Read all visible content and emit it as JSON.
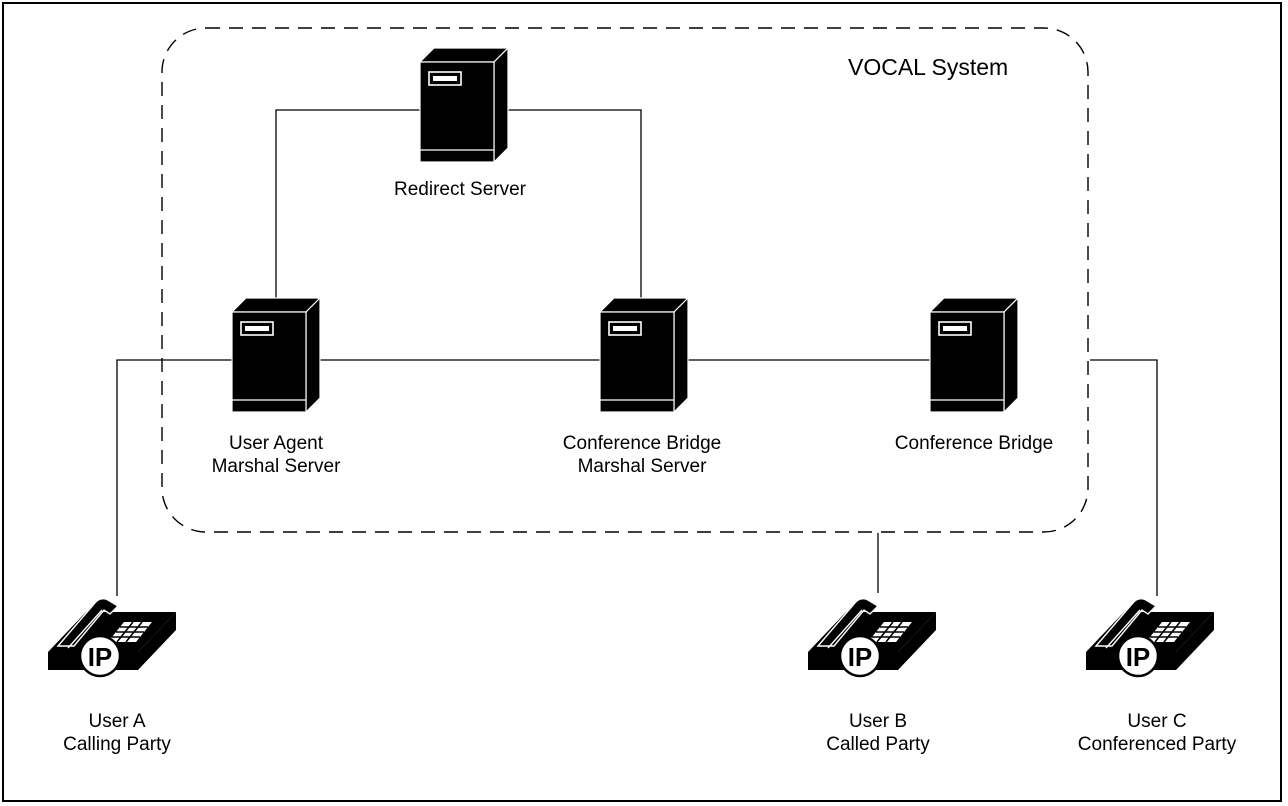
{
  "system": {
    "title": "VOCAL System"
  },
  "servers": {
    "redirect": {
      "label": "Redirect Server",
      "icon": "server-tower-icon"
    },
    "ua_marshal": {
      "line1": "User Agent",
      "line2": "Marshal Server",
      "icon": "server-tower-icon"
    },
    "cb_marshal": {
      "line1": "Conference Bridge",
      "line2": "Marshal Server",
      "icon": "server-tower-icon"
    },
    "conf_bridge": {
      "label": "Conference Bridge",
      "icon": "server-tower-icon"
    }
  },
  "phones": {
    "user_a": {
      "line1": "User A",
      "line2": "Calling Party",
      "badge": "IP",
      "icon": "ip-phone-icon"
    },
    "user_b": {
      "line1": "User B",
      "line2": "Called Party",
      "badge": "IP",
      "icon": "ip-phone-icon"
    },
    "user_c": {
      "line1": "User C",
      "line2": "Conferenced Party",
      "badge": "IP",
      "icon": "ip-phone-icon"
    }
  },
  "colors": {
    "line": "#000000",
    "server_front": "#000000",
    "server_side": "#000000",
    "background": "#ffffff"
  }
}
